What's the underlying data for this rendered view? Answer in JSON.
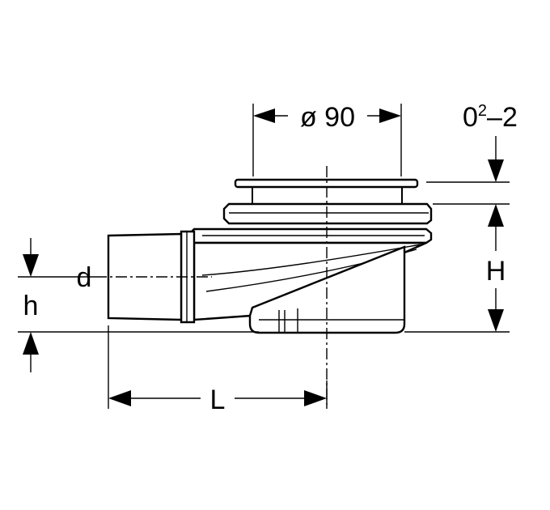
{
  "labels": {
    "diameter": "ø 90",
    "height_adjust_base": "0",
    "height_adjust_sup": "2",
    "height_adjust_rest": "–2",
    "height": "H",
    "pipe_diameter": "d",
    "pipe_height": "h",
    "length": "L"
  }
}
